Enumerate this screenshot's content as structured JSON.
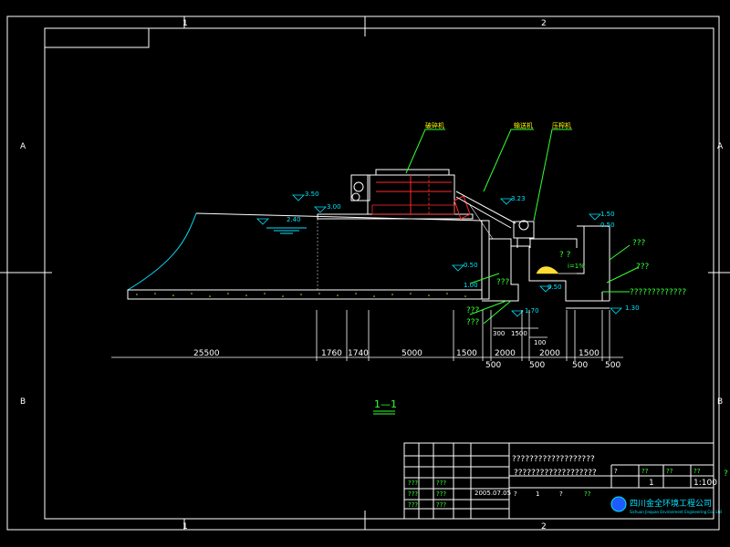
{
  "colors": {
    "background": "#000000",
    "frame": "#ffffff",
    "cyan": "#00e5ff",
    "green": "#33ff33",
    "yellow": "#ffff00",
    "red": "#ff2a2a",
    "orange": "#ff8c1a",
    "blue": "#1e5bff"
  },
  "grid_labels": {
    "col1_top": "1",
    "col2_top": "2",
    "col1_bottom": "1",
    "col2_bottom": "2",
    "row_a_left": "A",
    "row_a_right": "A",
    "row_b_left": "B",
    "row_b_right": "B"
  },
  "equipment_labels": {
    "machine": "破碎机",
    "conveyor": "输送机",
    "press": "压榨机"
  },
  "elevations": {
    "e1": "3.50",
    "e2": "3.00",
    "e3": "2.40",
    "e4": "3.23",
    "e5": "1.50",
    "e6": "0.50",
    "e7": "0.50",
    "e8": "1.00",
    "e9": "0.50",
    "e10": "1.70",
    "e11": "1.30"
  },
  "annotations": {
    "q_a": "? ?",
    "slope": "i=1%",
    "q_b": "???",
    "q_c": "???",
    "q_long": "?????????????",
    "q_d": "???",
    "q_e": "???",
    "q_f": "???",
    "dim_100": "100",
    "dim_300": "300",
    "dim_1500a": "1500"
  },
  "dimensions": {
    "d1": "25500",
    "d2": "1760",
    "d3": "1740",
    "d4": "5000",
    "d5": "1500",
    "d6": "2000",
    "d7": "2000",
    "d8": "1500",
    "s1": "500",
    "s2": "500",
    "s3": "500",
    "s4": "500"
  },
  "section_label": "1—1",
  "title_block": {
    "project_line": "???????????????????",
    "drawing_line": "???????????????????",
    "r1": "?",
    "r2": "1",
    "r3": "?",
    "r4": "1",
    "r5": "?",
    "scale": "1:100",
    "q1": "??",
    "q2": "??",
    "q3": "??",
    "q4": "??",
    "date": "2005.07.05",
    "company_cn": "四川金全环境工程公司",
    "company_en": "Sichuan Jinquan Environment Engineering Co., Ltd",
    "side_q": "?",
    "left_rows": [
      "???",
      "???",
      "???",
      "???",
      "???",
      "???"
    ]
  }
}
